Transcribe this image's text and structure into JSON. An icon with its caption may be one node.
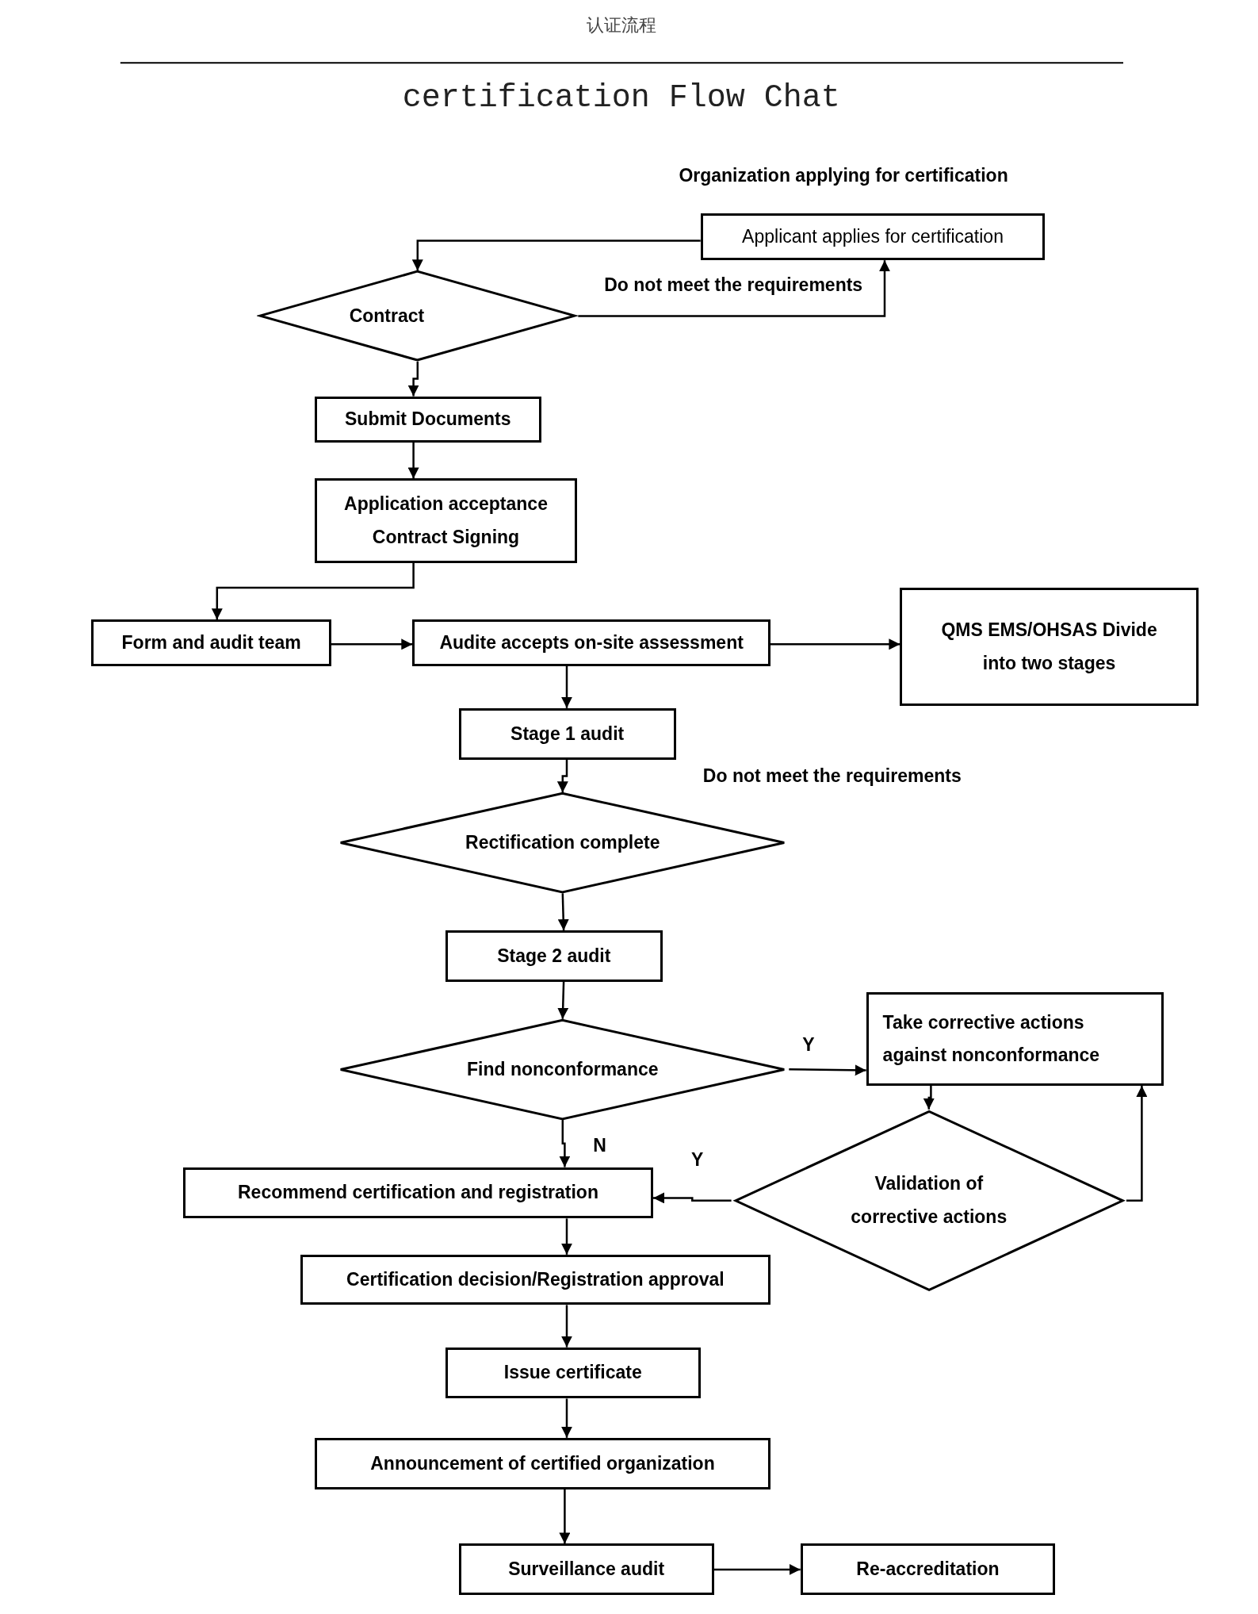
{
  "diagram": {
    "title": "certification Flow Chat",
    "nodes": [
      {
        "text": [
          "Applicant applies for certification"
        ]
      },
      {
        "text": [
          "Contract"
        ]
      },
      {
        "text": [
          "Submit Documents"
        ]
      },
      {
        "text": [
          "Application acceptance Contract Signing"
        ]
      },
      {
        "text": [
          "Form and audit team"
        ]
      },
      {
        "text": [
          "Audite accepts on-site assessment"
        ]
      },
      {
        "text": [
          "QMS EMS/OHSAS Divide into two stages"
        ]
      },
      {
        "text": [
          "Stage 1 audit"
        ]
      },
      {
        "text": [
          "Rectification complete"
        ]
      },
      {
        "text": [
          "Stage 2 audit"
        ]
      },
      {
        "text": [
          "Find nonconformance"
        ]
      },
      {
        "text": [
          "Take corrective actions against nonconformance"
        ]
      },
      {
        "text": [
          "Validation of corrective actions"
        ]
      },
      {
        "text": [
          "Recommend certification and registration"
        ]
      },
      {
        "text": [
          "Certification decision/Registration approval"
        ]
      },
      {
        "text": [
          "Issue certificate"
        ]
      },
      {
        "text": [
          "Announcement of certified organization"
        ]
      },
      {
        "text": [
          "Surveillance audit"
        ]
      },
      {
        "text": [
          "Re-accreditation"
        ]
      }
    ],
    "edges": [
      {
        "from": 0,
        "to": 1,
        "arrow": "to"
      },
      {
        "from": 1,
        "to": 0,
        "arrow": "to",
        "label": "Do not meet the requirements"
      },
      {
        "from": 1,
        "to": 2,
        "arrow": "to"
      },
      {
        "from": 2,
        "to": 3,
        "arrow": "to"
      },
      {
        "from": 3,
        "to": 4,
        "arrow": "to"
      },
      {
        "from": 4,
        "to": 5,
        "arrow": "to"
      },
      {
        "from": 5,
        "to": 6,
        "arrow": "to"
      },
      {
        "from": 5,
        "to": 7,
        "arrow": "to"
      },
      {
        "from": 7,
        "to": 8,
        "arrow": "to"
      },
      {
        "from": 8,
        "to": 9,
        "arrow": "to"
      },
      {
        "from": 9,
        "to": 10,
        "arrow": "to"
      },
      {
        "from": 10,
        "to": 11,
        "arrow": "to",
        "label": "Y"
      },
      {
        "from": 10,
        "to": 13,
        "arrow": "to",
        "label": "N"
      },
      {
        "from": 11,
        "to": 12,
        "arrow": "to"
      },
      {
        "from": 12,
        "to": 13,
        "arrow": "to",
        "label": "Y"
      },
      {
        "from": 12,
        "to": 11,
        "arrow": "to"
      },
      {
        "from": 13,
        "to": 14,
        "arrow": "to"
      },
      {
        "from": 14,
        "to": 15,
        "arrow": "to"
      },
      {
        "from": 15,
        "to": 16,
        "arrow": "to"
      },
      {
        "from": 16,
        "to": 17,
        "arrow": "to"
      },
      {
        "from": 17,
        "to": 18,
        "arrow": "to"
      }
    ],
    "labels": [
      "认证流程",
      "Organization applying for certification",
      "Do not meet the requirements"
    ]
  }
}
